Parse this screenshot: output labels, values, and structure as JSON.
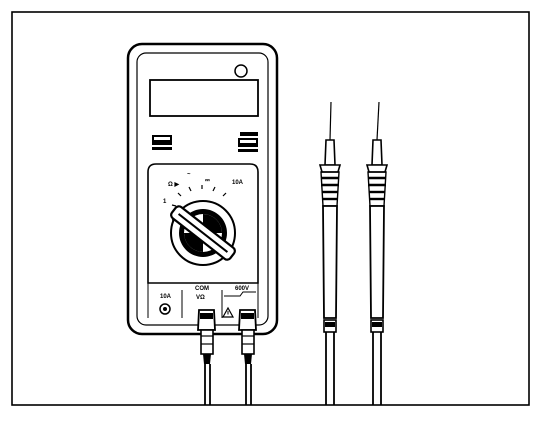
{
  "meter": {
    "dial_labels": {
      "left_symbols": "Ω ▶",
      "ac_v": "~",
      "dc_v": "⎓",
      "right_amps": "10A",
      "far_left": "1"
    },
    "jacks": {
      "left_label": "10A",
      "com_label": "COM",
      "volt_label": "VΩ",
      "warning_text": "600V"
    }
  }
}
